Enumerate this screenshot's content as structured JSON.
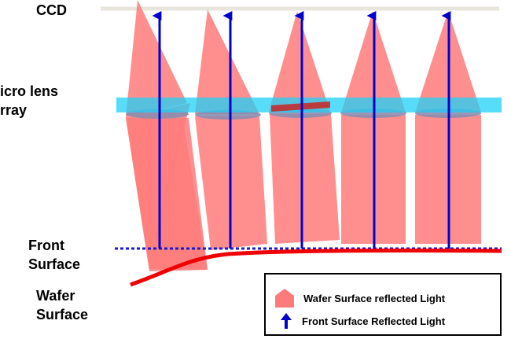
{
  "labels": {
    "ccd": "CCD",
    "micro_lens_line1": "icro lens",
    "micro_lens_line2": "rray",
    "front_surface_line1": "Front",
    "front_surface_line2": "Surface",
    "wafer_surface_line1": "Wafer",
    "wafer_surface_line2": "Surface"
  },
  "legend": {
    "wafer_reflected": "Wafer Surface reflected Light",
    "front_reflected": "Front  Surface Reflected Light"
  },
  "colors": {
    "ccd_line": "#e8e6dc",
    "lens_array": "#1fd0f7",
    "beam": "#ff7b7b",
    "lens_cap": "#8c8caf",
    "arrow": "#0000cc",
    "front_surface_line": "#1a1acc",
    "wafer_surface_curve": "#ee0000"
  },
  "icons": {
    "beam_icon": "pentagon-shape",
    "arrow_icon": "up-arrow"
  }
}
